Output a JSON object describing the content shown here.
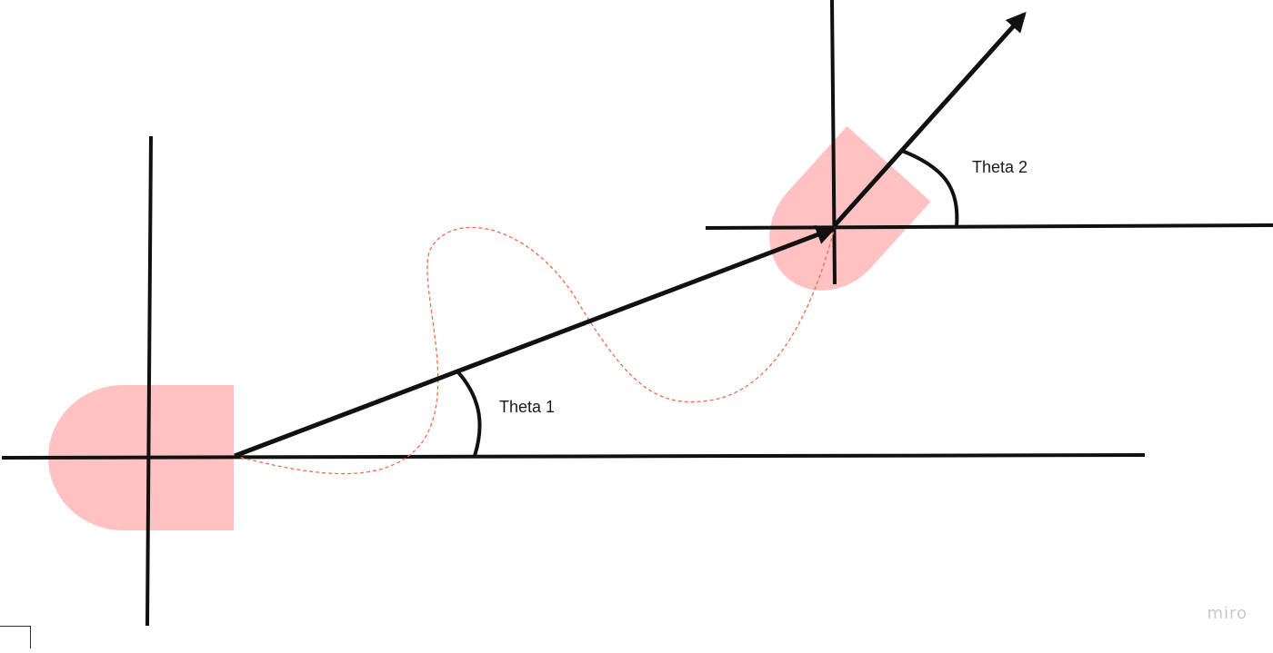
{
  "diagram": {
    "labels": {
      "theta1": "Theta 1",
      "theta2": "Theta 2"
    },
    "colors": {
      "robot_fill": "#ffc1c1",
      "axis_stroke": "#111111",
      "path_stroke": "#f26b4a"
    }
  },
  "watermark": {
    "text": "miro"
  }
}
